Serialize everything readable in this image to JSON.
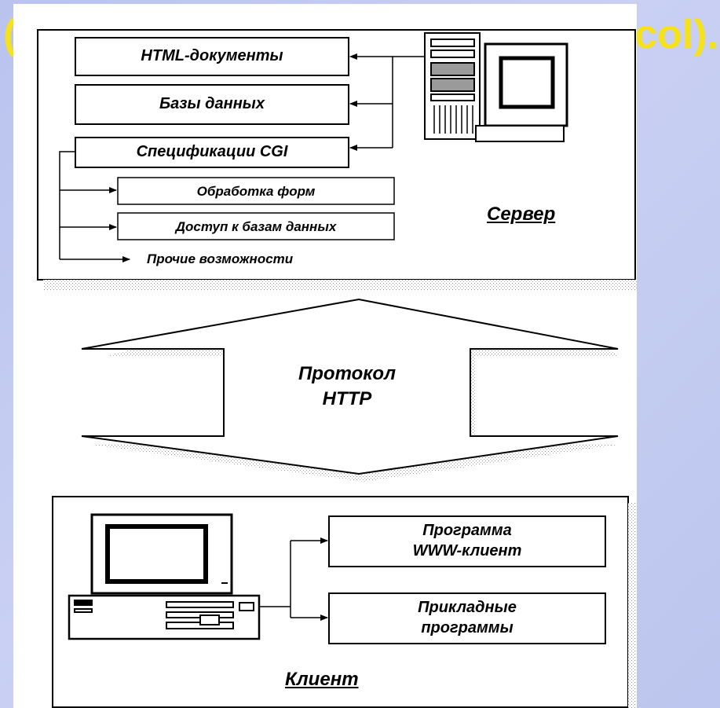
{
  "slide": {
    "title_left_fragment": "(",
    "title_right_fragment": "col)."
  },
  "server": {
    "caption": "Сервер",
    "boxes": [
      "HTML-документы",
      "Базы данных",
      "Спецификации CGI"
    ],
    "cgi_items": [
      "Обработка форм",
      "Доступ к базам данных",
      "Прочие возможности"
    ]
  },
  "protocol": {
    "line1": "Протокол",
    "line2": "HTTP"
  },
  "client": {
    "caption": "Клиент",
    "boxes": [
      {
        "line1": "Программа",
        "line2": "WWW-клиент"
      },
      {
        "line1": "Прикладные",
        "line2": "программы"
      }
    ]
  },
  "icons": [
    "server-computer-icon",
    "client-computer-icon"
  ]
}
